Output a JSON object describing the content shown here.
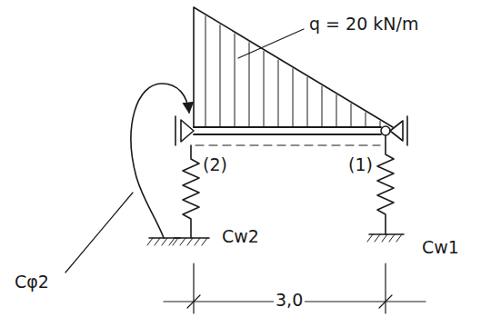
{
  "diagram": {
    "labels": [
      "q = 20 kN/m",
      "(2)",
      "(1)",
      "Cφ2",
      "Cw2",
      "Cw1",
      "3,0"
    ]
  }
}
